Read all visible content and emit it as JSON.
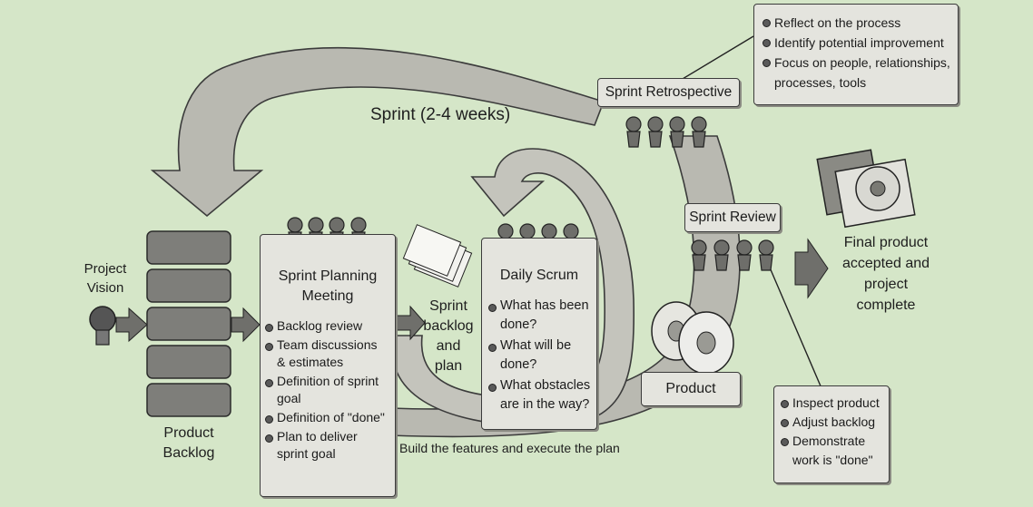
{
  "sprint_label": "Sprint (2-4 weeks)",
  "project_vision": "Project\nVision",
  "product_backlog": "Product\nBacklog",
  "planning": {
    "title": "Sprint Planning\nMeeting",
    "items": [
      "Backlog review",
      "Team discussions\n& estimates",
      "Definition of sprint\ngoal",
      "Definition of \"done\"",
      "Plan to deliver\nsprint goal"
    ]
  },
  "sprint_backlog": "Sprint\nbacklog\nand\nplan",
  "daily_scrum": {
    "title": "Daily Scrum",
    "items": [
      "What has been\ndone?",
      "What will be\ndone?",
      "What obstacles\nare in the way?"
    ]
  },
  "retrospective": {
    "label": "Sprint Retrospective",
    "items": [
      "Reflect on the process",
      "Identify potential improvement",
      "Focus on people, relationships,\nprocesses, tools"
    ]
  },
  "review": {
    "label": "Sprint Review",
    "items": [
      "Inspect product",
      "Adjust backlog",
      "Demonstrate\nwork is \"done\""
    ]
  },
  "product_label": "Product",
  "build_label": "Build the features and execute the plan",
  "final_product": "Final product\naccepted and\nproject\ncomplete",
  "colors": {
    "background": "#d5e6c8",
    "arrow": "#b9b9b1",
    "box": "#e4e4de",
    "backlog_block": "#7e7e7a",
    "outline": "#3b3b3b"
  }
}
